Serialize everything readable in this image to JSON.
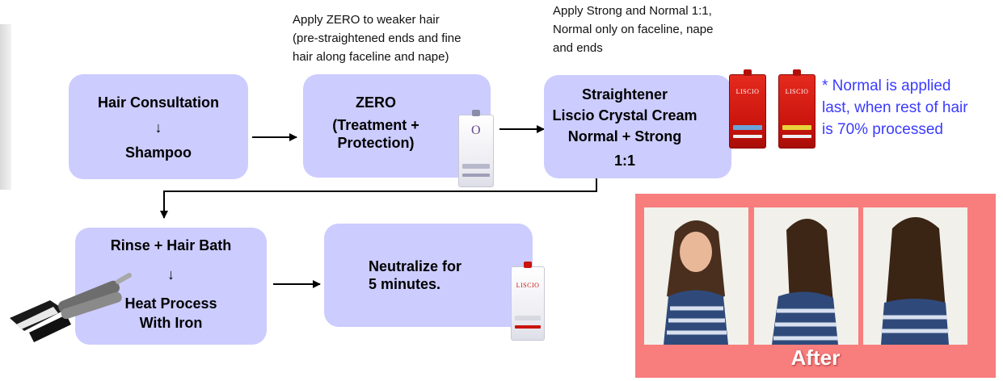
{
  "boxes": {
    "consultation": {
      "line1": "Hair Consultation",
      "arrow": "↓",
      "line2": "Shampoo"
    },
    "zero": {
      "line1": "ZERO",
      "line2": "(Treatment +",
      "line3": "Protection)"
    },
    "straightener": {
      "line1": "Straightener",
      "line2": "Liscio Crystal Cream",
      "line3": "Normal + Strong",
      "line4": "1:1"
    },
    "rinse": {
      "line1": "Rinse + Hair Bath",
      "arrow": "↓",
      "line2": "Heat Process",
      "line3": "With Iron"
    },
    "neutralize": {
      "line1": "Neutralize for",
      "line2": "5 minutes."
    }
  },
  "notes": {
    "zero": [
      "Apply ZERO to weaker hair",
      "(pre-straightened ends and fine",
      "hair along faceline and nape)"
    ],
    "straightener": [
      "Apply Strong and Normal 1:1,",
      "Normal only on faceline, nape",
      "and ends"
    ],
    "normal": [
      "* Normal is applied",
      "last, when rest of hair",
      "is 70% processed"
    ]
  },
  "products": {
    "zero_brand": "O",
    "liscio_brand": "LISCIO"
  },
  "after": {
    "label": "After"
  },
  "colors": {
    "box_fill": "#ccccff",
    "note_blue": "#3b3bff",
    "after_panel": "#f87d7d",
    "pouch_red": "#d41a10"
  }
}
